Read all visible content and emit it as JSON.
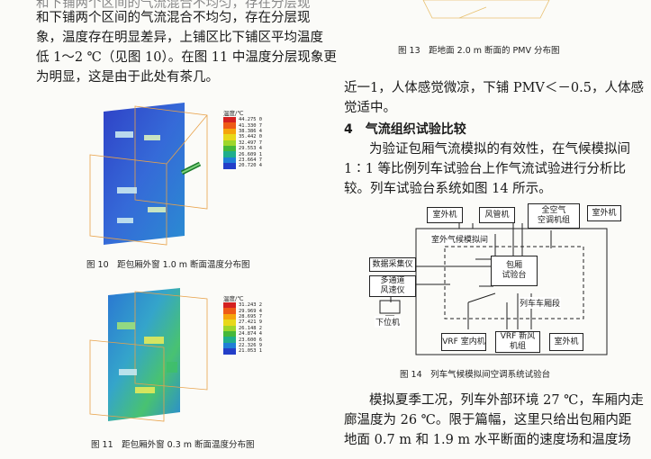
{
  "left_column": {
    "lines": [
      "和下铺两个区间的气流混合不均匀，存在分层现",
      "象，温度存在明显差异，上铺区比下铺区平均温度",
      "低 1～2 ℃（见图 10）。在图 11 中温度分层现象更",
      "为明显，这是由于此处有茶几。"
    ],
    "fig10": {
      "caption": "图 10　距包厢外窗 1.0 m 断面温度分布图",
      "legend_title": "温度/℃",
      "legend": [
        {
          "value": "44.275 0",
          "color": "#d42020"
        },
        {
          "value": "41.330 7",
          "color": "#ee5a16"
        },
        {
          "value": "38.386 4",
          "color": "#f5a40c"
        },
        {
          "value": "35.442 0",
          "color": "#e8d81a"
        },
        {
          "value": "32.497 7",
          "color": "#9ed62b"
        },
        {
          "value": "29.553 4",
          "color": "#45b83a"
        },
        {
          "value": "26.609 1",
          "color": "#1fae8c"
        },
        {
          "value": "23.664 7",
          "color": "#1f7fd6"
        },
        {
          "value": "20.720 4",
          "color": "#233ec8"
        }
      ]
    },
    "fig11": {
      "caption": "图 11　距包厢外窗 0.3 m 断面温度分布图",
      "legend_title": "温度/℃",
      "legend": [
        {
          "value": "31.243 2",
          "color": "#d42020"
        },
        {
          "value": "29.969 4",
          "color": "#ee5a16"
        },
        {
          "value": "28.695 7",
          "color": "#f5a40c"
        },
        {
          "value": "27.421 9",
          "color": "#e8d81a"
        },
        {
          "value": "26.148 2",
          "color": "#9ed62b"
        },
        {
          "value": "24.874 4",
          "color": "#45b83a"
        },
        {
          "value": "23.600 6",
          "color": "#1fae8c"
        },
        {
          "value": "22.326 9",
          "color": "#1f7fd6"
        },
        {
          "value": "21.053 1",
          "color": "#233ec8"
        }
      ]
    }
  },
  "right_column": {
    "fig13_caption": "图 13　距地面 2.0 m 断面的 PMV 分布图",
    "para1_lines": [
      "近一1，人体感觉微凉，下铺 PMV＜－0.5，人体感",
      "觉适中。"
    ],
    "section_heading": "4　气流组织试验比较",
    "para2_lines": [
      "为验证包厢气流模拟的有效性，在气候模拟间",
      "1∶1 等比例列车试验台上作气流试验进行分析比",
      "较。列车试验台系统如图 14 所示。"
    ],
    "fig14": {
      "caption": "图 14　列车气候模拟间空调系统试验台",
      "boxes": {
        "outdoor_unit_1": "室外机",
        "duct_unit": "风管机",
        "fresh_air_unit": "全空气\n空调机组",
        "outdoor_unit_2": "室外机",
        "data_acquisition": "数据采集仪",
        "anemometer": "多通道\n风速仪",
        "compartment_rig": "包厢\n试验台",
        "vrf_indoor": "VRF 室内机",
        "vrf_fresh_air": "VRF 新风\n机组",
        "outdoor_unit_3": "室外机"
      },
      "labels": {
        "climate_room": "室外气候模拟间",
        "carriage_section": "列车车厢段",
        "host_pc": "下位机"
      }
    },
    "para3_lines": [
      "模拟夏季工况，列车外部环境 27 ℃，车厢内走",
      "廊温度为 26 ℃。限于篇幅，这里只给出包厢内距",
      "地面 0.7 m 和 1.9 m 水平断面的速度场和温度场"
    ]
  }
}
